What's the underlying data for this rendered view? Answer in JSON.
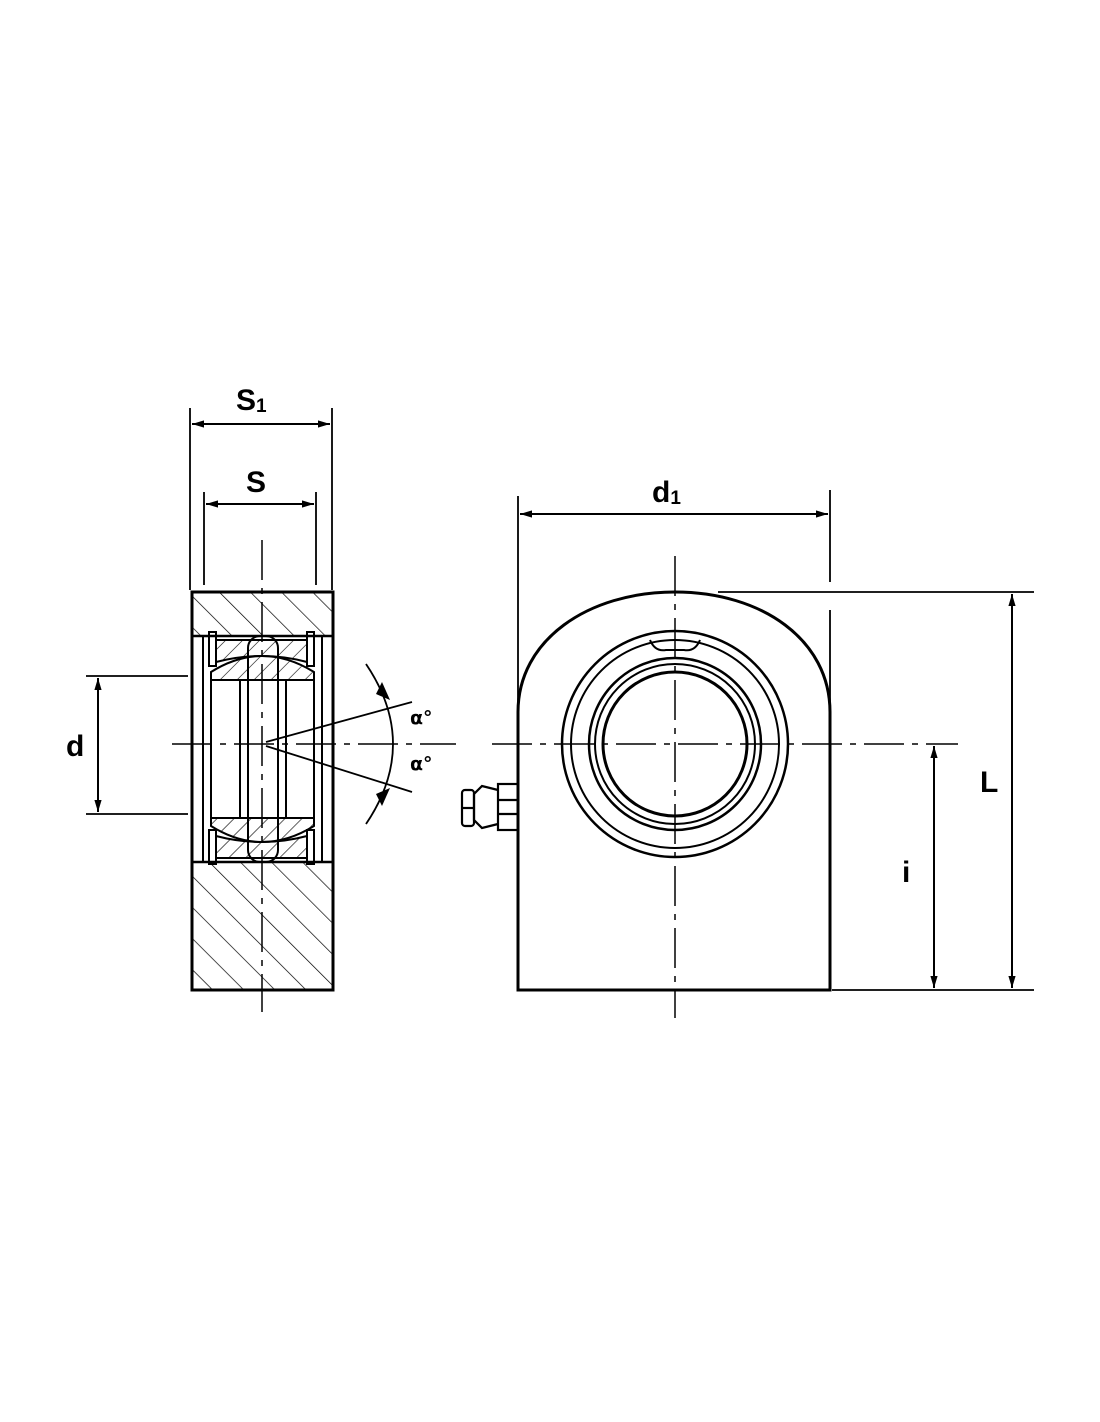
{
  "labels": {
    "s1_main": "S",
    "s1_sub": "1",
    "s": "S",
    "d": "d",
    "d1_main": "d",
    "d1_sub": "1",
    "L": "L",
    "i": "i",
    "alpha_upper": "α°",
    "alpha_lower": "α°"
  },
  "colors": {
    "line": "#000000",
    "background": "#ffffff"
  }
}
